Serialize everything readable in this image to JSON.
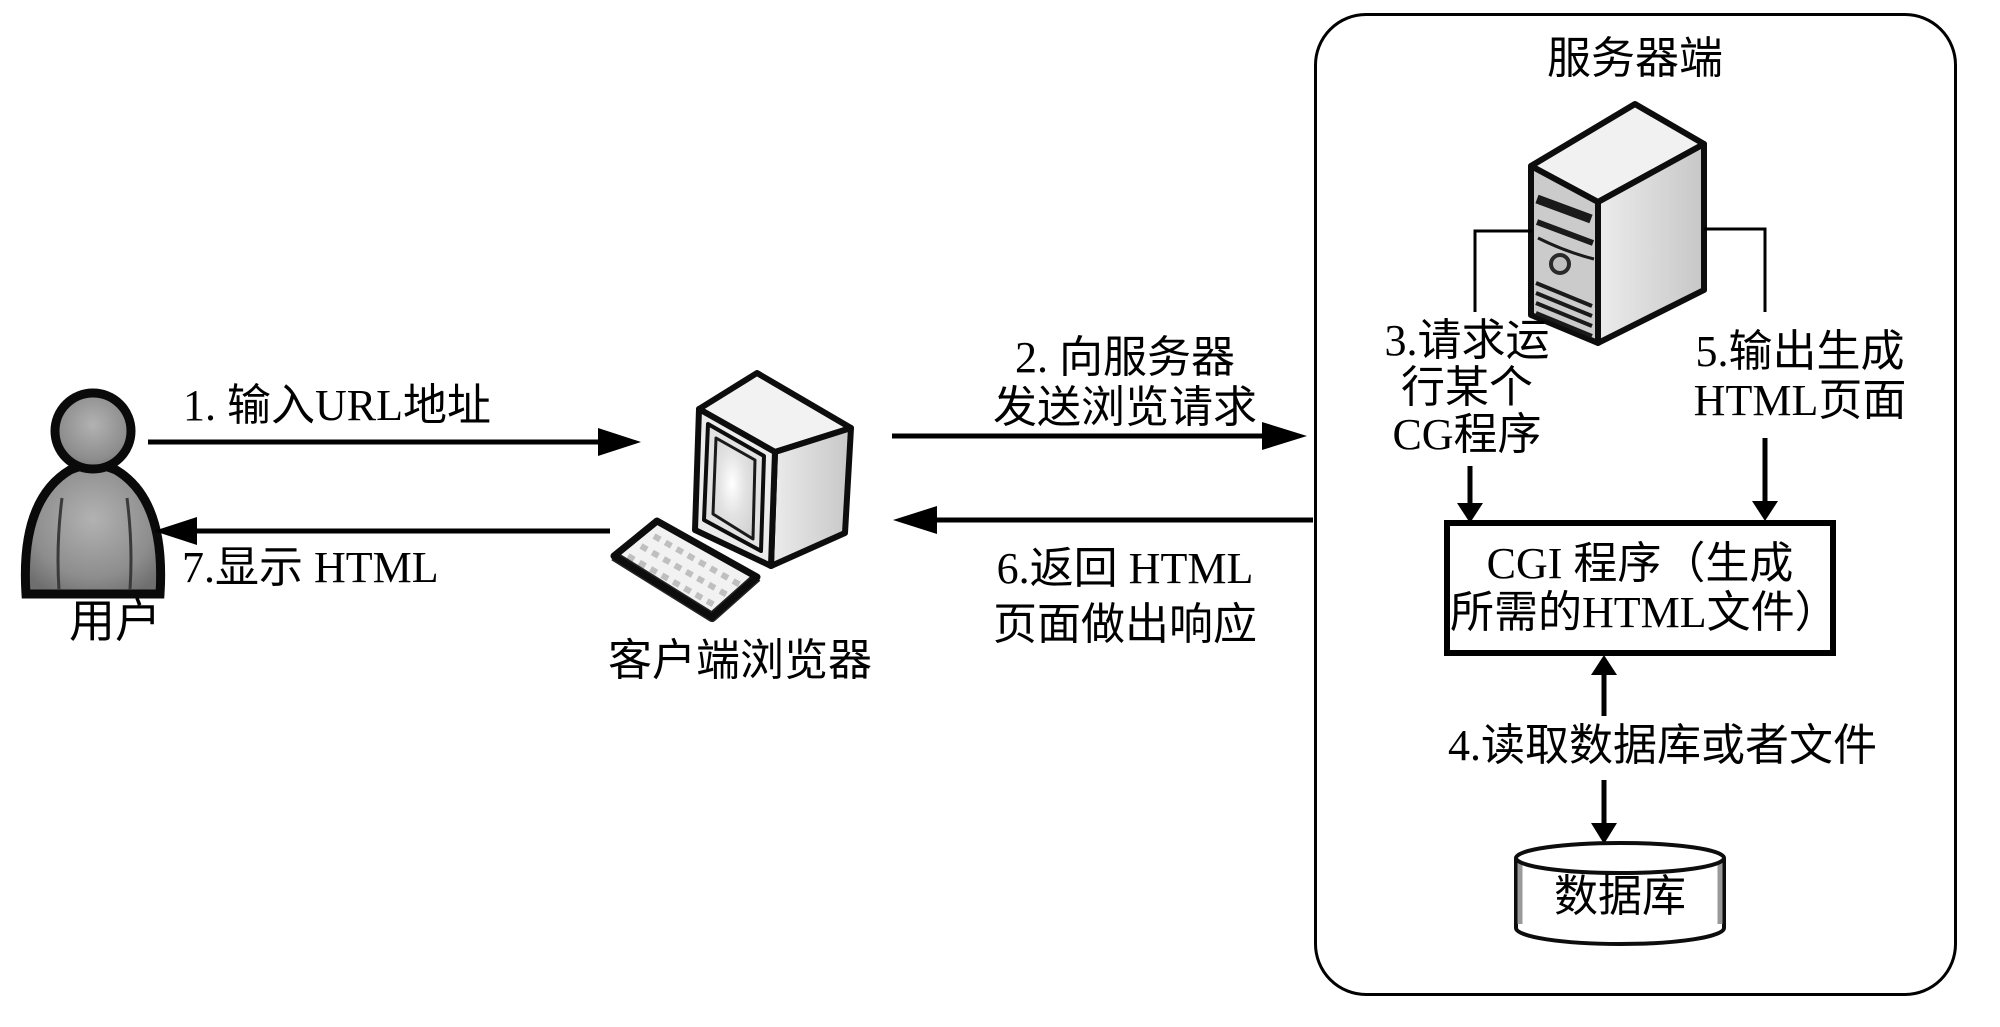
{
  "colors": {
    "line": "#000000",
    "text": "#000000",
    "panel_border": "#000000",
    "gray_fill": "#8a8a8a",
    "light_gray": "#e8e8e8"
  },
  "user": {
    "label": "用户"
  },
  "browser": {
    "label": "客户端浏览器"
  },
  "server_panel": {
    "title": "服务器端"
  },
  "cgi_box": {
    "line1": "CGI 程序（生成",
    "line2": "所需的HTML文件）"
  },
  "database": {
    "label": "数据库"
  },
  "arrows": {
    "step1": {
      "label": "1. 输入URL地址"
    },
    "step2": {
      "line1": "2. 向服务器",
      "line2": "发送浏览请求"
    },
    "step3": {
      "line1": "3.请求运",
      "line2": "行某个",
      "line3": "CG程序"
    },
    "step4": {
      "label": "4.读取数据库或者文件"
    },
    "step5": {
      "line1": "5.输出生成",
      "line2": "HTML页面"
    },
    "step6": {
      "line1": "6.返回 HTML",
      "line2": "页面做出响应"
    },
    "step7": {
      "label": "7.显示 HTML"
    }
  }
}
